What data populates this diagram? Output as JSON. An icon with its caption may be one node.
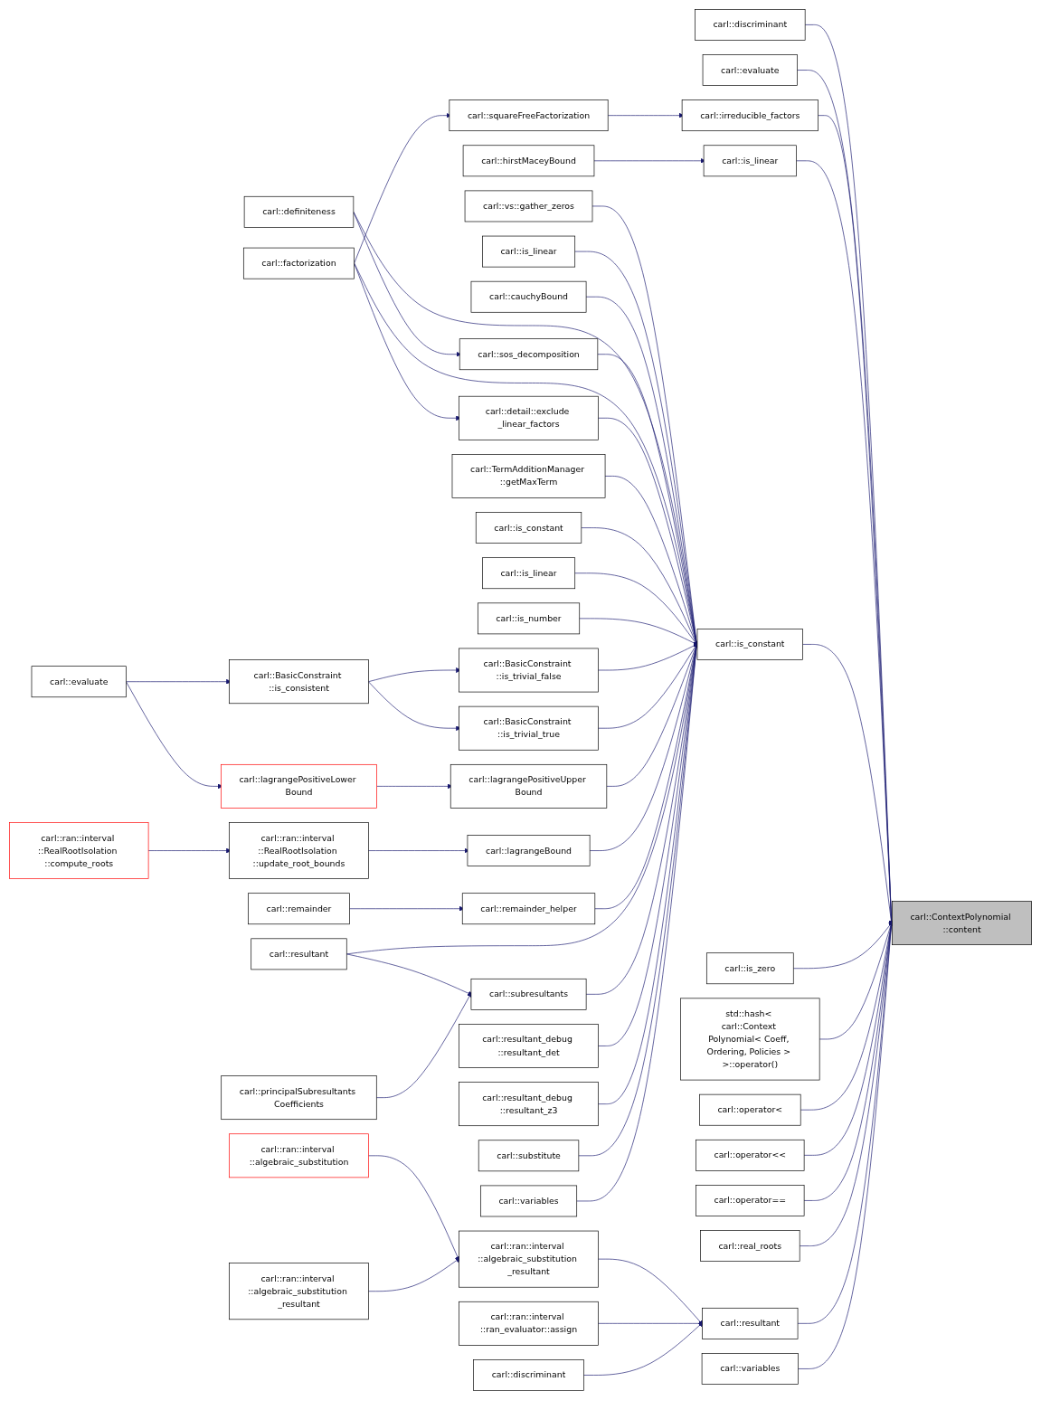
{
  "diagram": {
    "nodes": [
      {
        "text": [
          "carl::vs::gather_zeros"
        ]
      },
      {
        "text": [
          "carl::is_linear"
        ]
      },
      {
        "text": [
          "carl::cauchyBound"
        ]
      },
      {
        "text": [
          "carl::definiteness"
        ]
      },
      {
        "text": [
          "carl::sos_decomposition"
        ]
      },
      {
        "text": [
          "carl::factorization"
        ]
      },
      {
        "text": [
          "carl::detail::exclude _linear_factors"
        ]
      },
      {
        "text": [
          "carl::squareFreeFactorization"
        ]
      },
      {
        "text": [
          "carl::TermAdditionManager ::getMaxTerm"
        ]
      },
      {
        "text": [
          "carl::hirstMaceyBound"
        ]
      },
      {
        "text": [
          "carl::is_constant"
        ]
      },
      {
        "text": [
          "carl::is_linear"
        ]
      },
      {
        "text": [
          "carl::is_number"
        ]
      },
      {
        "text": [
          "carl::BasicConstraint ::is_trivial_false"
        ]
      },
      {
        "text": [
          "carl::BasicConstraint ::is_consistent"
        ]
      },
      {
        "text": [
          "carl::evaluate"
        ]
      },
      {
        "text": [
          "carl::BasicConstraint ::is_trivial_true"
        ]
      },
      {
        "text": [
          "carl::lagrangePositiveLower Bound"
        ]
      },
      {
        "text": [
          "carl::lagrangePositiveUpper Bound"
        ]
      },
      {
        "text": [
          "carl::ran::interval ::RealRootIsolation ::compute_roots"
        ]
      },
      {
        "text": [
          "carl::ran::interval ::RealRootIsolation ::update_root_bounds"
        ]
      },
      {
        "text": [
          "carl::lagrangeBound"
        ]
      },
      {
        "text": [
          "carl::remainder"
        ]
      },
      {
        "text": [
          "carl::remainder_helper"
        ]
      },
      {
        "text": [
          "carl::resultant"
        ]
      },
      {
        "text": [
          "carl::subresultants"
        ]
      },
      {
        "text": [
          "carl::principalSubresultants Coefficients"
        ]
      },
      {
        "text": [
          "carl::resultant_debug ::resultant_det"
        ]
      },
      {
        "text": [
          "carl::resultant_debug ::resultant_z3"
        ]
      },
      {
        "text": [
          "carl::substitute"
        ]
      },
      {
        "text": [
          "carl::variables"
        ]
      },
      {
        "text": [
          "carl::ran::interval ::algebraic_substitution"
        ]
      },
      {
        "text": [
          "carl::ran::interval ::algebraic_substitution _resultant"
        ]
      },
      {
        "text": [
          "carl::ran::interval ::algebraic_substitution _resultant"
        ]
      },
      {
        "text": [
          "carl::ran::interval ::ran_evaluator::assign"
        ]
      },
      {
        "text": [
          "carl::discriminant"
        ]
      },
      {
        "text": [
          "carl::discriminant"
        ]
      },
      {
        "text": [
          "carl::evaluate"
        ]
      },
      {
        "text": [
          "carl::irreducible_factors"
        ]
      },
      {
        "text": [
          "carl::is_linear"
        ]
      },
      {
        "text": [
          "carl::is_constant"
        ]
      },
      {
        "text": [
          "carl::is_zero"
        ]
      },
      {
        "text": [
          "std::hash< carl::Context Polynomial< Coeff, Ordering, Policies > >::operator()"
        ]
      },
      {
        "text": [
          "carl::operator<"
        ]
      },
      {
        "text": [
          "carl::operator<<"
        ]
      },
      {
        "text": [
          "carl::operator=="
        ]
      },
      {
        "text": [
          "carl::real_roots"
        ]
      },
      {
        "text": [
          "carl::resultant"
        ]
      },
      {
        "text": [
          "carl::variables"
        ]
      },
      {
        "text": [
          "carl::ContextPolynomial ::content"
        ]
      }
    ],
    "edges": [
      {
        "from": 0,
        "to": 40,
        "arrow": "to"
      },
      {
        "from": 1,
        "to": 40,
        "arrow": "to"
      },
      {
        "from": 2,
        "to": 40,
        "arrow": "to"
      },
      {
        "from": 3,
        "to": 40,
        "arrow": "to"
      },
      {
        "from": 3,
        "to": 4,
        "arrow": "to"
      },
      {
        "from": 4,
        "to": 40,
        "arrow": "to"
      },
      {
        "from": 5,
        "to": 40,
        "arrow": "to"
      },
      {
        "from": 5,
        "to": 6,
        "arrow": "to"
      },
      {
        "from": 5,
        "to": 7,
        "arrow": "to"
      },
      {
        "from": 6,
        "to": 40,
        "arrow": "to"
      },
      {
        "from": 7,
        "to": 38,
        "arrow": "to"
      },
      {
        "from": 8,
        "to": 40,
        "arrow": "to"
      },
      {
        "from": 9,
        "to": 39,
        "arrow": "to"
      },
      {
        "from": 10,
        "to": 40,
        "arrow": "to"
      },
      {
        "from": 11,
        "to": 40,
        "arrow": "to"
      },
      {
        "from": 12,
        "to": 40,
        "arrow": "to"
      },
      {
        "from": 13,
        "to": 40,
        "arrow": "to"
      },
      {
        "from": 14,
        "to": 13,
        "arrow": "to"
      },
      {
        "from": 14,
        "to": 16,
        "arrow": "to"
      },
      {
        "from": 15,
        "to": 14,
        "arrow": "to"
      },
      {
        "from": 15,
        "to": 17,
        "arrow": "to"
      },
      {
        "from": 16,
        "to": 40,
        "arrow": "to"
      },
      {
        "from": 17,
        "to": 18,
        "arrow": "to"
      },
      {
        "from": 18,
        "to": 40,
        "arrow": "to"
      },
      {
        "from": 19,
        "to": 20,
        "arrow": "to"
      },
      {
        "from": 20,
        "to": 21,
        "arrow": "to"
      },
      {
        "from": 21,
        "to": 40,
        "arrow": "to"
      },
      {
        "from": 22,
        "to": 23,
        "arrow": "to"
      },
      {
        "from": 23,
        "to": 40,
        "arrow": "to"
      },
      {
        "from": 24,
        "to": 40,
        "arrow": "to"
      },
      {
        "from": 24,
        "to": 25,
        "arrow": "to"
      },
      {
        "from": 26,
        "to": 25,
        "arrow": "to"
      },
      {
        "from": 25,
        "to": 40,
        "arrow": "to"
      },
      {
        "from": 27,
        "to": 40,
        "arrow": "to"
      },
      {
        "from": 28,
        "to": 40,
        "arrow": "to"
      },
      {
        "from": 29,
        "to": 40,
        "arrow": "to"
      },
      {
        "from": 30,
        "to": 40,
        "arrow": "to"
      },
      {
        "from": 31,
        "to": 32,
        "arrow": "to"
      },
      {
        "from": 33,
        "to": 32,
        "arrow": "to"
      },
      {
        "from": 32,
        "to": 47,
        "arrow": "to"
      },
      {
        "from": 34,
        "to": 47,
        "arrow": "to"
      },
      {
        "from": 35,
        "to": 47,
        "arrow": "to"
      },
      {
        "from": 36,
        "to": 49,
        "arrow": "to"
      },
      {
        "from": 37,
        "to": 49,
        "arrow": "to"
      },
      {
        "from": 38,
        "to": 49,
        "arrow": "to"
      },
      {
        "from": 39,
        "to": 49,
        "arrow": "to"
      },
      {
        "from": 40,
        "to": 49,
        "arrow": "to"
      },
      {
        "from": 41,
        "to": 49,
        "arrow": "to"
      },
      {
        "from": 42,
        "to": 49,
        "arrow": "to"
      },
      {
        "from": 43,
        "to": 49,
        "arrow": "to"
      },
      {
        "from": 44,
        "to": 49,
        "arrow": "to"
      },
      {
        "from": 45,
        "to": 49,
        "arrow": "to"
      },
      {
        "from": 46,
        "to": 49,
        "arrow": "to"
      },
      {
        "from": 47,
        "to": 49,
        "arrow": "to"
      },
      {
        "from": 48,
        "to": 49,
        "arrow": "to"
      }
    ]
  }
}
